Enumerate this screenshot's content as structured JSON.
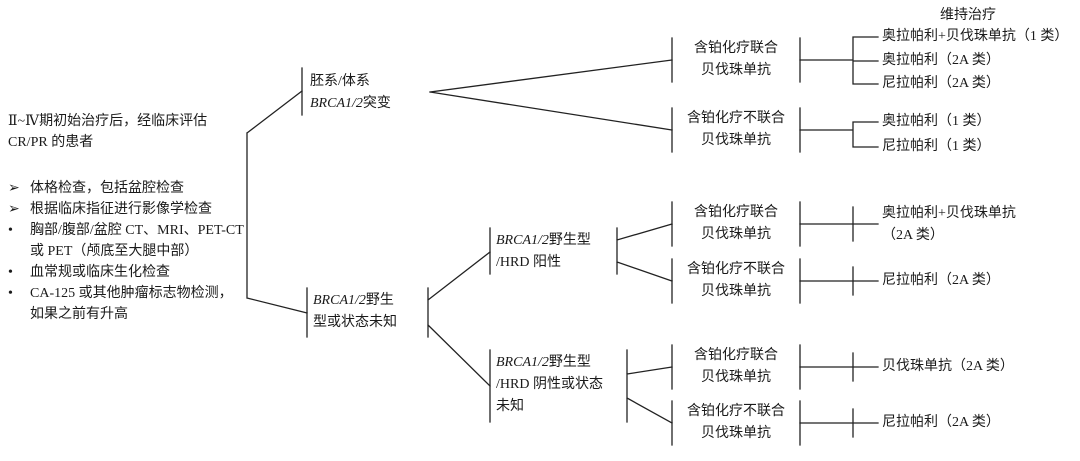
{
  "header": {
    "maintenance_title": "维持治疗"
  },
  "patient": {
    "title_lines": [
      "Ⅱ~Ⅳ期初始治疗后，经临床评估",
      "CR/PR 的患者"
    ],
    "bullets": [
      {
        "marker": "➢",
        "lines": [
          "体格检查，包括盆腔检查"
        ]
      },
      {
        "marker": "➢",
        "lines": [
          "根据临床指征进行影像学检查"
        ]
      },
      {
        "marker": "•",
        "lines": [
          "胸部/腹部/盆腔 CT、MRI、PET-CT",
          "或 PET（颅底至大腿中部）"
        ]
      },
      {
        "marker": "•",
        "lines": [
          "血常规或临床生化检查"
        ]
      },
      {
        "marker": "•",
        "lines": [
          "CA-125 或其他肿瘤标志物检测，",
          "如果之前有升高"
        ]
      }
    ]
  },
  "nodes": {
    "mutation": {
      "line1": "胚系/体系",
      "gene": "BRCA1/2",
      "suffix": "突变"
    },
    "wildtype": {
      "gene": "BRCA1/2",
      "rest1": "野生",
      "line2": "型或状态未知"
    },
    "hrd_pos": {
      "gene": "BRCA1/2",
      "rest1": "野生型",
      "line2": "/HRD 阳性"
    },
    "hrd_unknown": {
      "gene": "BRCA1/2",
      "rest1": "野生型",
      "line2": "/HRD 阴性或状态",
      "line3": "未知"
    }
  },
  "chemo": {
    "with_bev": [
      "含铂化疗联合",
      "贝伐珠单抗"
    ],
    "without_bev": [
      "含铂化疗不联合",
      "贝伐珠单抗"
    ]
  },
  "outcomes": {
    "mut_with_bev": [
      "奥拉帕利+贝伐珠单抗（1 类）",
      "奥拉帕利（2A 类）",
      "尼拉帕利（2A 类）"
    ],
    "mut_without_bev": [
      "奥拉帕利（1 类）",
      "尼拉帕利（1 类）"
    ],
    "hrdpos_with_bev_lines": [
      "奥拉帕利+贝伐珠单抗",
      "（2A 类）"
    ],
    "hrdpos_without_bev": "尼拉帕利（2A 类）",
    "hrdunknown_with_bev": "贝伐珠单抗（2A 类）",
    "hrdunknown_without_bev": "尼拉帕利（2A 类）"
  }
}
